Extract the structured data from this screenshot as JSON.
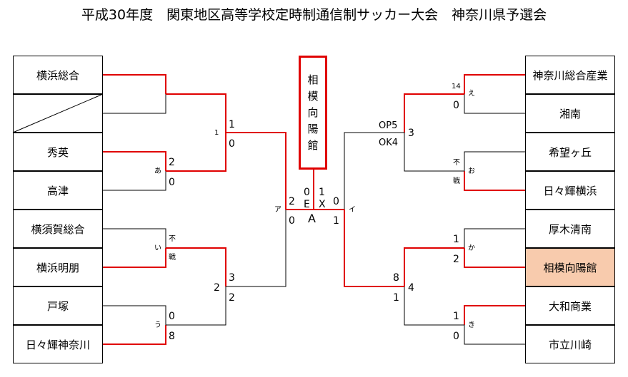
{
  "title": "平成30年度　関東地区高等学校定時制通信制サッカー大会　神奈川県予選会",
  "champion_chars": [
    "相",
    "模",
    "向",
    "陽",
    "館"
  ],
  "left_teams": [
    "横浜総合",
    "",
    "秀英",
    "高津",
    "横須賀総合",
    "横浜明朋",
    "戸塚",
    "日々輝神奈川"
  ],
  "right_teams": [
    "神奈川総合産業",
    "湘南",
    "希望ヶ丘",
    "日々輝横浜",
    "厚木清南",
    "相模向陽館",
    "大和商業",
    "市立川崎"
  ],
  "highlight_team": "相模向陽館",
  "colors": {
    "win_line": "#e00000",
    "lose_line": "#000000",
    "highlight_bg": "#f8cbad"
  },
  "labels": {
    "l_m1": "1",
    "l_m2": "0",
    "l_a_top": "2",
    "l_a_bot": "0",
    "l_a_name": "あ",
    "l_i_top": "不",
    "l_i_bot": "戦",
    "l_i_name": "い",
    "l_u_top": "0",
    "l_u_bot": "8",
    "l_u_name": "う",
    "l_s1_top": "1",
    "l_s1_bot": "0",
    "l_s1_name": "1",
    "l_s2_top": "3",
    "l_s2_bot": "2",
    "l_s2_name": "2",
    "l_f_top": "2",
    "l_f_bot": "0",
    "l_f_name": "ア",
    "c_top1": "0",
    "c_top2": "1",
    "c_e": "E",
    "c_x": "X",
    "c_a": "A",
    "r_f_top": "0",
    "r_f_bot": "1",
    "r_f_name": "イ",
    "r_s3_op": "OP5",
    "r_s3_ok": "OK4",
    "r_s3_name": "3",
    "r_s4_top": "8",
    "r_s4_bot": "1",
    "r_s4_name": "4",
    "r_e_top": "14",
    "r_e_bot": "0",
    "r_e_name": "え",
    "r_o_top": "不",
    "r_o_bot": "戦",
    "r_o_name": "お",
    "r_ka_top": "1",
    "r_ka_bot": "2",
    "r_ka_name": "か",
    "r_ki_top": "1",
    "r_ki_bot": "0",
    "r_ki_name": "き"
  }
}
